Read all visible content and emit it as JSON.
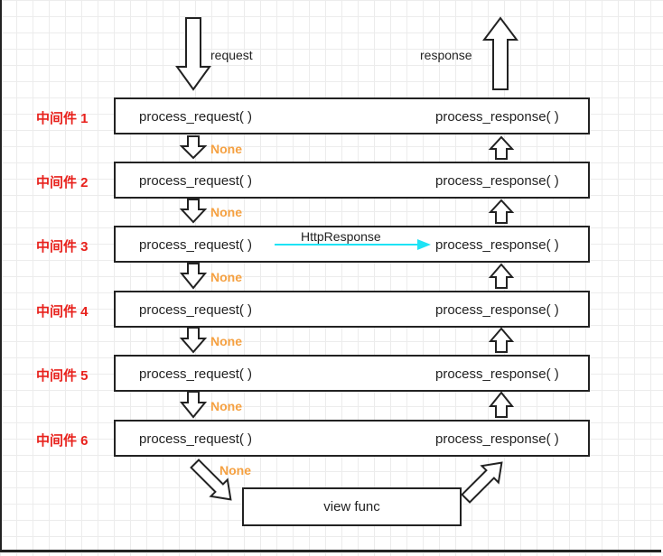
{
  "top": {
    "request_label": "request",
    "response_label": "response"
  },
  "layers": [
    {
      "name": "中间件 1",
      "request": "process_request( )",
      "response": "process_response( )",
      "between": "None"
    },
    {
      "name": "中间件 2",
      "request": "process_request( )",
      "response": "process_response( )",
      "between": "None"
    },
    {
      "name": "中间件 3",
      "request": "process_request( )",
      "response": "process_response( )",
      "between": "None"
    },
    {
      "name": "中间件 4",
      "request": "process_request( )",
      "response": "process_response( )",
      "between": "None"
    },
    {
      "name": "中间件 5",
      "request": "process_request( )",
      "response": "process_response( )",
      "between": "None"
    },
    {
      "name": "中间件 6",
      "request": "process_request( )",
      "response": "process_response( )",
      "between": "None"
    }
  ],
  "shortcut": {
    "label": "HttpResponse",
    "color": "#1ee3f5"
  },
  "view": {
    "label": "view func"
  },
  "colors": {
    "middleware": "#e8211c",
    "none": "#f5a142",
    "lines": "#222222"
  }
}
